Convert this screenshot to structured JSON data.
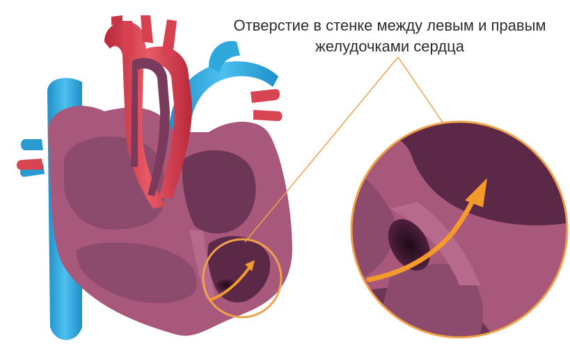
{
  "caption": {
    "line1": "Отверстие в стенке между левым и правым",
    "line2": "желудочками сердца"
  },
  "colors": {
    "myocardium": "#a8587a",
    "chamber": "#8c4a6c",
    "chamber_dark": "#5c2848",
    "aorta": "#d6404f",
    "vena_cava": "#2fa8dc",
    "arrow": "#f39a2a",
    "pointer_line": "#f0a24a"
  },
  "icons": {
    "heart": "heart-cross-section-illustration",
    "arrow": "blood-flow-arrow-icon",
    "magnifier": "magnified-detail-circle"
  }
}
